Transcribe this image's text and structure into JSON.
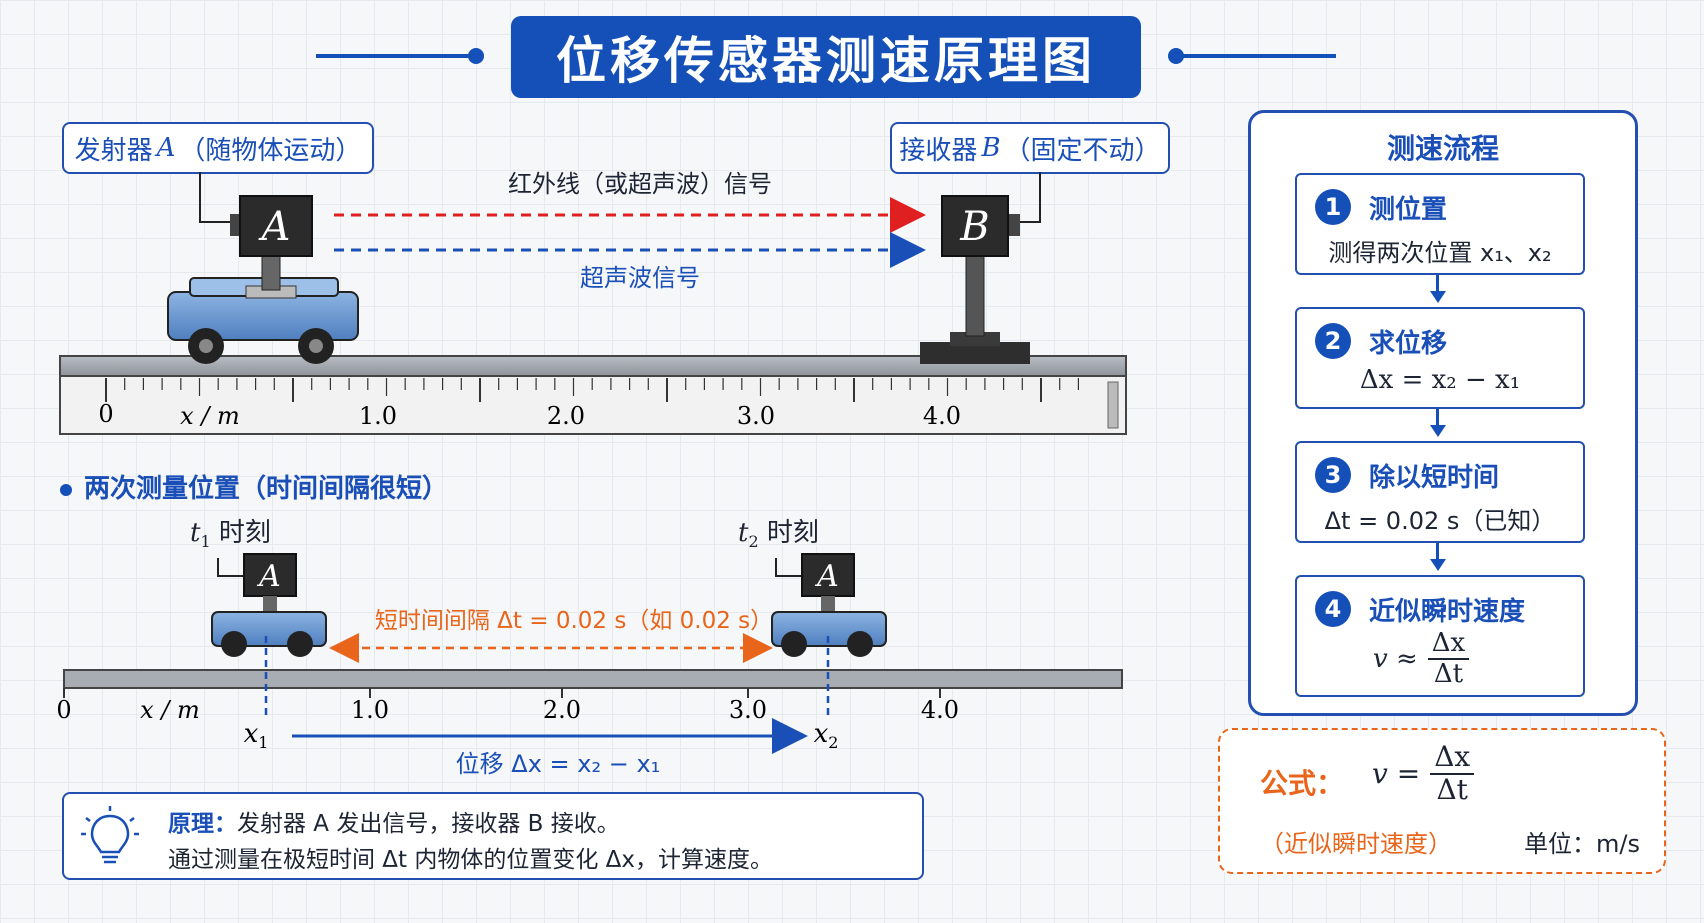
{
  "title": "位移传感器测速原理图",
  "diagram": {
    "emitter_label_prefix": "发射器",
    "emitter_var": "A",
    "emitter_label_suffix": "（随物体运动）",
    "receiver_label_prefix": "接收器",
    "receiver_var": "B",
    "receiver_label_suffix": "（固定不动）",
    "signal_infrared": "红外线（或超声波）信号",
    "signal_ultrasonic": "超声波信号",
    "box_a_letter": "A",
    "box_b_letter": "B",
    "axis_zero": "0",
    "axis_unit": "x / m",
    "axis_ticks": [
      "1.0",
      "2.0",
      "3.0",
      "4.0"
    ]
  },
  "measurement": {
    "heading": "两次测量位置（时间间隔很短）",
    "t1_label": "t",
    "t1_sub": "1",
    "t2_sub": "2",
    "time_suffix": "时刻",
    "interval_text": "短时间间隔 Δt = 0.02 s（如 0.02 s）",
    "x1": "x",
    "x1_sub": "1",
    "x2_sub": "2",
    "displacement_text": "位移 Δx = x₂ − x₁",
    "axis_zero": "0",
    "axis_unit": "x / m",
    "axis_ticks": [
      "1.0",
      "2.0",
      "3.0",
      "4.0"
    ]
  },
  "principle": {
    "label": "原理：",
    "line1": "发射器 A 发出信号，接收器 B 接收。",
    "line2": "通过测量在极短时间 Δt 内物体的位置变化 Δx，计算速度。"
  },
  "process": {
    "title": "测速流程",
    "steps": [
      {
        "num": "1",
        "title": "测位置",
        "body": "测得两次位置 x₁、x₂"
      },
      {
        "num": "2",
        "title": "求位移",
        "body": "Δx = x₂ − x₁"
      },
      {
        "num": "3",
        "title": "除以短时间",
        "body": "Δt = 0.02 s（已知）"
      },
      {
        "num": "4",
        "title": "近似瞬时速度",
        "body_lhs": "v ≈",
        "num_text": "Δx",
        "den_text": "Δt"
      }
    ]
  },
  "formula": {
    "label": "公式：",
    "lhs": "v =",
    "num_text": "Δx",
    "den_text": "Δt",
    "note": "（近似瞬时速度）",
    "unit": "单位：m/s"
  },
  "colors": {
    "primary_blue": "#1450b8",
    "infrared_red": "#e02020",
    "ultrasonic_blue": "#1a4fb8",
    "accent_orange": "#e8651b"
  }
}
